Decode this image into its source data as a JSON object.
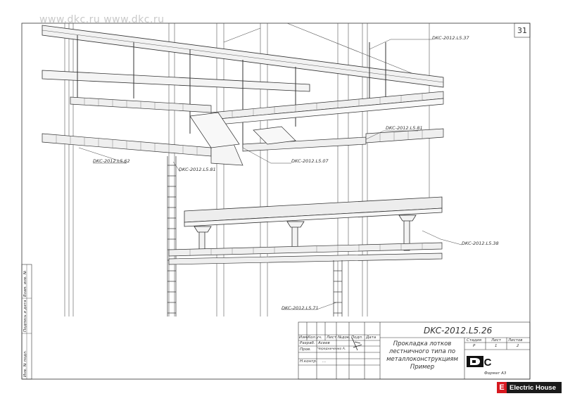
{
  "page_number": "31",
  "watermark_text": "www.dkc.ru  www.dkc.ru",
  "callouts": {
    "c537": "DKC-2012.L5.37",
    "c581_top": "DKC-2012.L5.81",
    "c562": "DKC-2012.L5.62",
    "c507": "DKC-2012.L5.07",
    "c581_left": "DKC-2012.L5.81",
    "c538": "DKC-2012.L5.38",
    "c571": "DKC-2012.L5.71"
  },
  "title_block": {
    "doc_code": "DKC-2012.L5.26",
    "title_lines": [
      "Прокладка лотков",
      "лестничного типа по",
      "металлоконструкциям",
      "Пример"
    ],
    "headers": {
      "izm": "Изм.",
      "kol_uch": "Кол.уч.",
      "list": "Лист",
      "n_dok": "№док.",
      "podp": "Подп.",
      "data": "Дата"
    },
    "rows": [
      {
        "role": "Разраб.",
        "name": "Асеев"
      },
      {
        "role": "Пров.",
        "name": "Чередниченко А."
      },
      {
        "role": "",
        "name": ""
      },
      {
        "role": "Н.контр.",
        "name": "..."
      }
    ],
    "stage_header": "Стадия",
    "sheet_header": "Лист",
    "sheets_header": "Листов",
    "stage_value": "Р",
    "sheet_value": "1",
    "sheets_value": "2",
    "format": "Формат А3"
  },
  "side_labels": [
    "Инв. № подл.",
    "Подпись и дата",
    "Взам. инв. №"
  ],
  "logo_text": "DKC",
  "badge": {
    "letter": "E",
    "text": "Electric House"
  }
}
